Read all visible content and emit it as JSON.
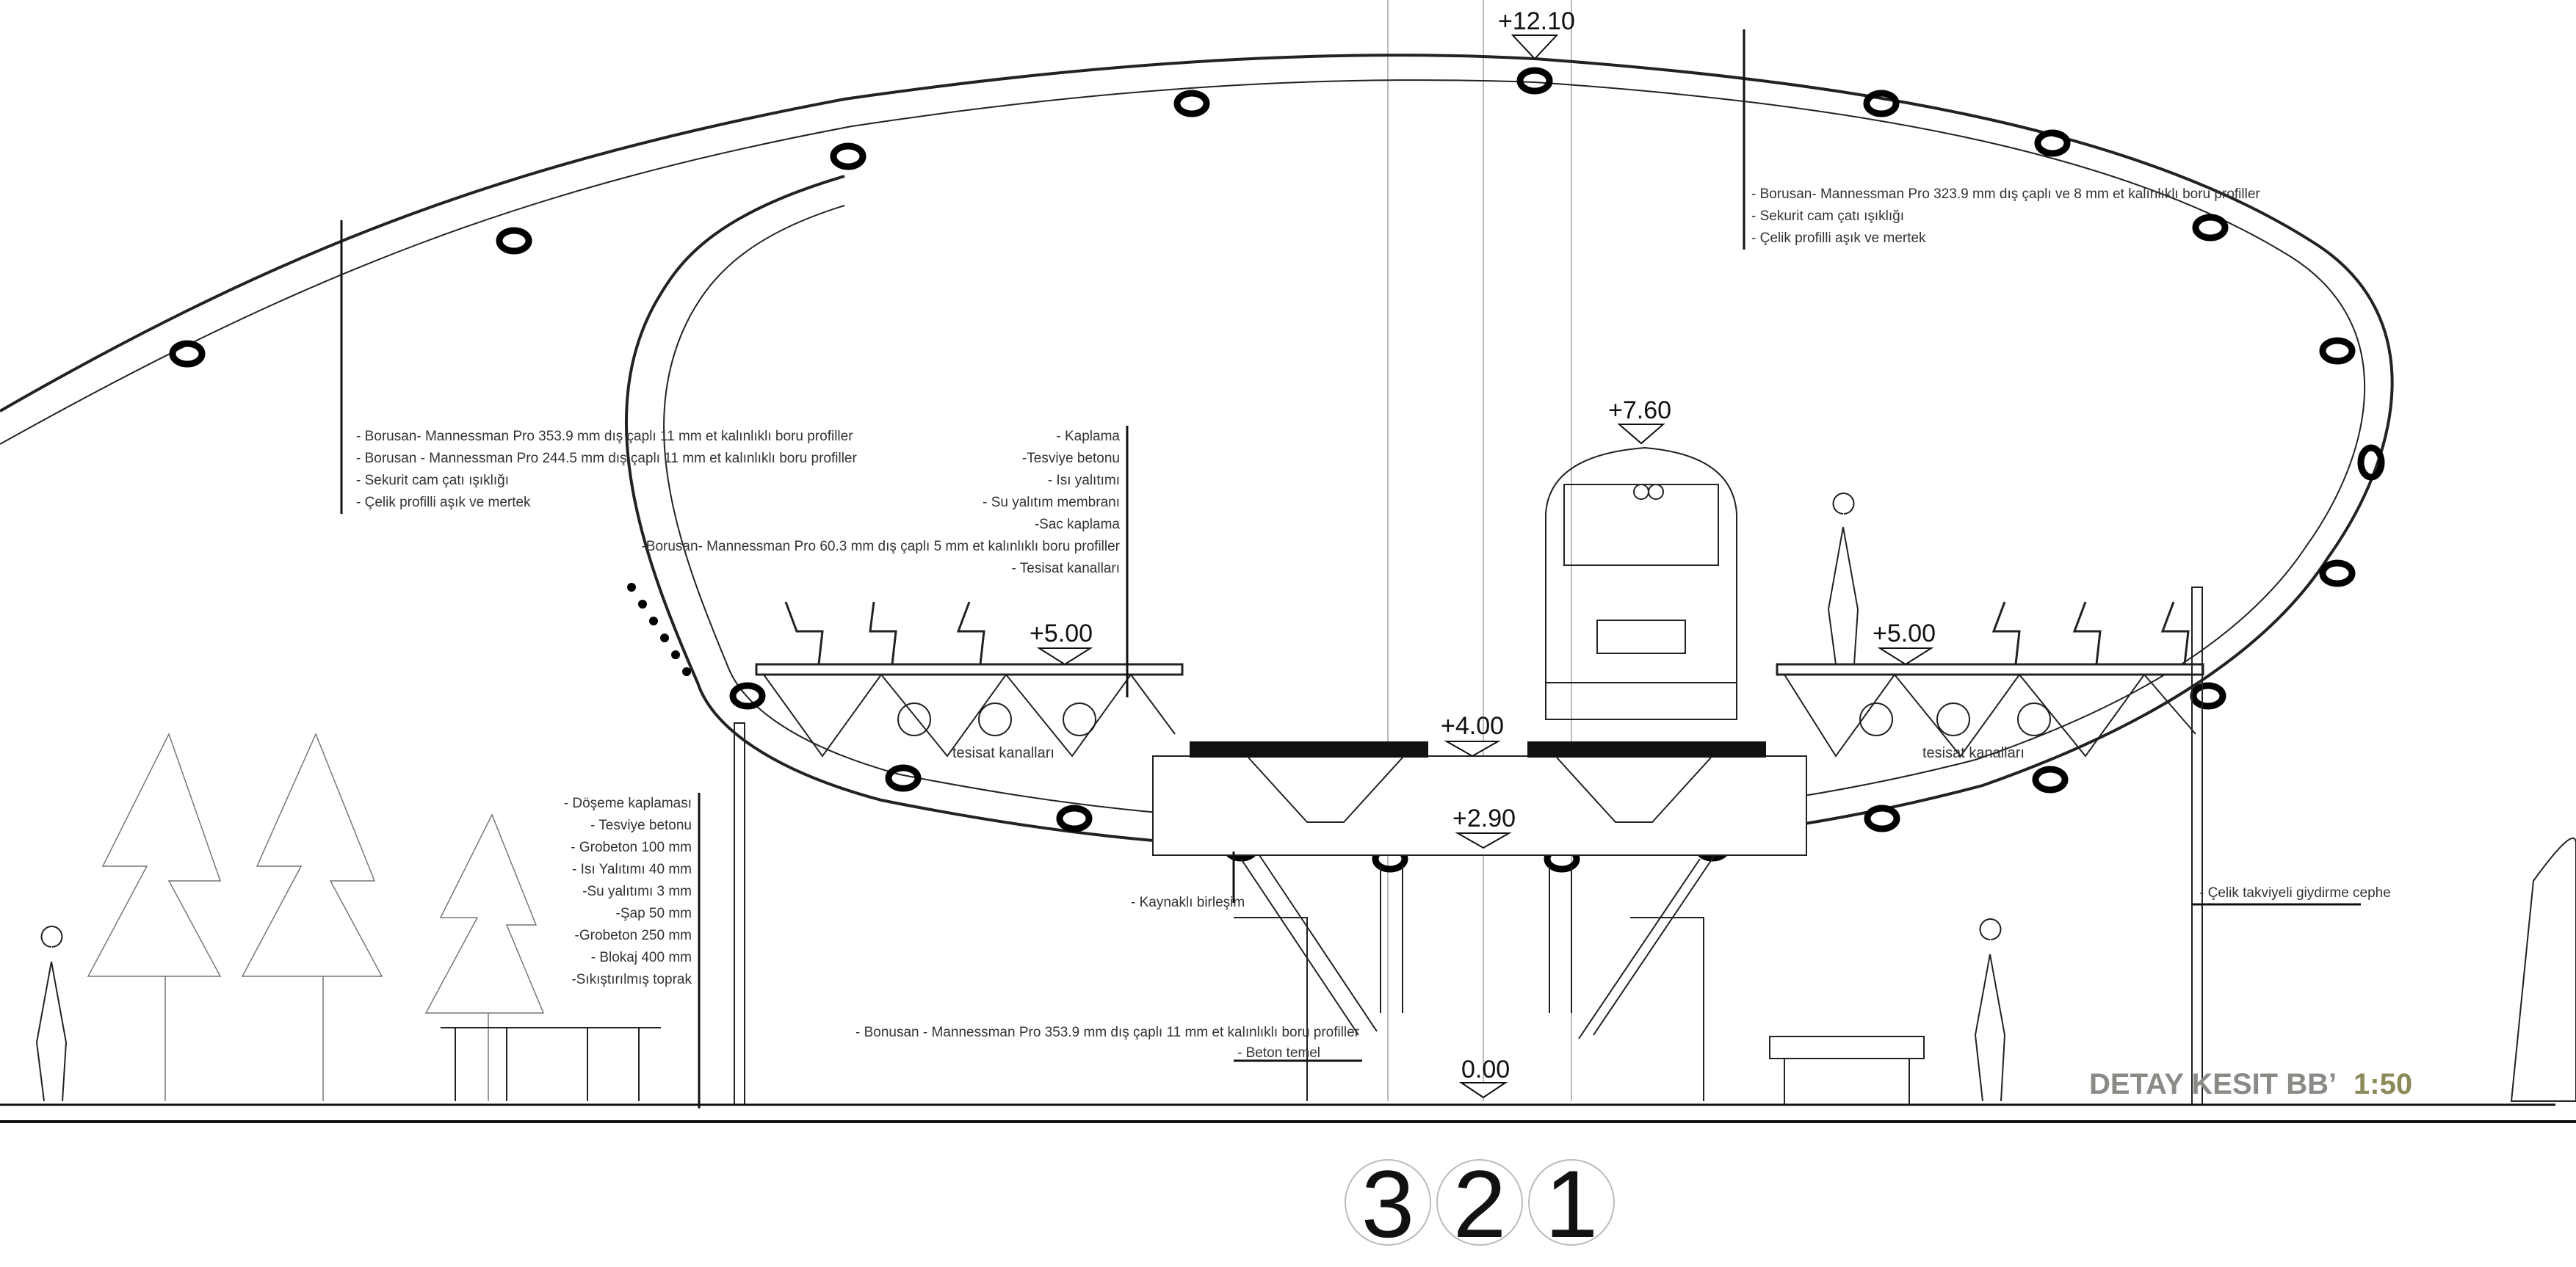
{
  "header": {
    "top_right_text": ""
  },
  "levels": {
    "roof": "+12.10",
    "train_top": "+7.60",
    "platform_left": "+5.00",
    "platform_right": "+5.00",
    "track": "+4.00",
    "slab": "+2.90",
    "ground": "0.00"
  },
  "notes": {
    "roof_right": [
      "- Borusan- Mannessman Pro 323.9  mm dış çaplı ve 8 mm et kalınlıklı boru profiller",
      "- Sekurit cam çatı ışıklığı",
      "- Çelik profilli aşık ve mertek"
    ],
    "roof_left": [
      "- Borusan- Mannessman Pro 353.9 mm dış çaplı 11 mm et kalınlıklı boru profiller",
      "- Borusan - Mannessman Pro 244.5 mm dış çaplı 11 mm et kalınlıklı boru profiller",
      "- Sekurit cam çatı ışıklığı",
      "- Çelik profilli aşık ve mertek"
    ],
    "platform": [
      "- Kaplama",
      "-Tesviye betonu",
      "- Isı yalıtımı",
      "- Su yalıtım membranı",
      "-Sac kaplama",
      "-Borusan- Mannessman Pro 60.3 mm dış çaplı 5 mm et kalınlıklı boru profiller",
      "- Tesisat kanalları"
    ],
    "floor": [
      "- Döşeme kaplaması",
      "- Tesviye betonu",
      "- Grobeton 100 mm",
      "- Isı Yalıtımı 40 mm",
      "-Su yalıtımı 3 mm",
      "-Şap 50 mm",
      "-Grobeton 250 mm",
      "- Blokaj 400 mm",
      "-Sıkıştırılmış toprak"
    ],
    "weld": "- Kaynaklı birleşim",
    "facade": "- Çelik takviyeli giydirme cephe",
    "column_pipe": "- Bonusan - Mannessman Pro 353.9 mm dış çaplı 11 mm et kalınlıklı boru profiller",
    "foundation": "- Beton temel",
    "duct_left": "tesisat kanalları",
    "duct_right": "tesisat kanalları"
  },
  "drawing": {
    "title": "DETAY KESIT BB’",
    "scale": "1:50"
  },
  "grid_axes": [
    "3",
    "2",
    "1"
  ]
}
